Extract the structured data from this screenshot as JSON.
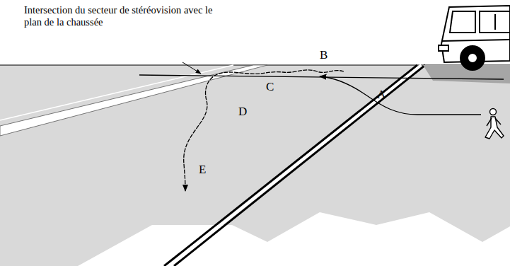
{
  "diagram": {
    "labels": [
      "Intersection du secteur de stéréovision avec le plan de la chaussée",
      "B",
      "C",
      "D",
      "A",
      "E"
    ]
  }
}
